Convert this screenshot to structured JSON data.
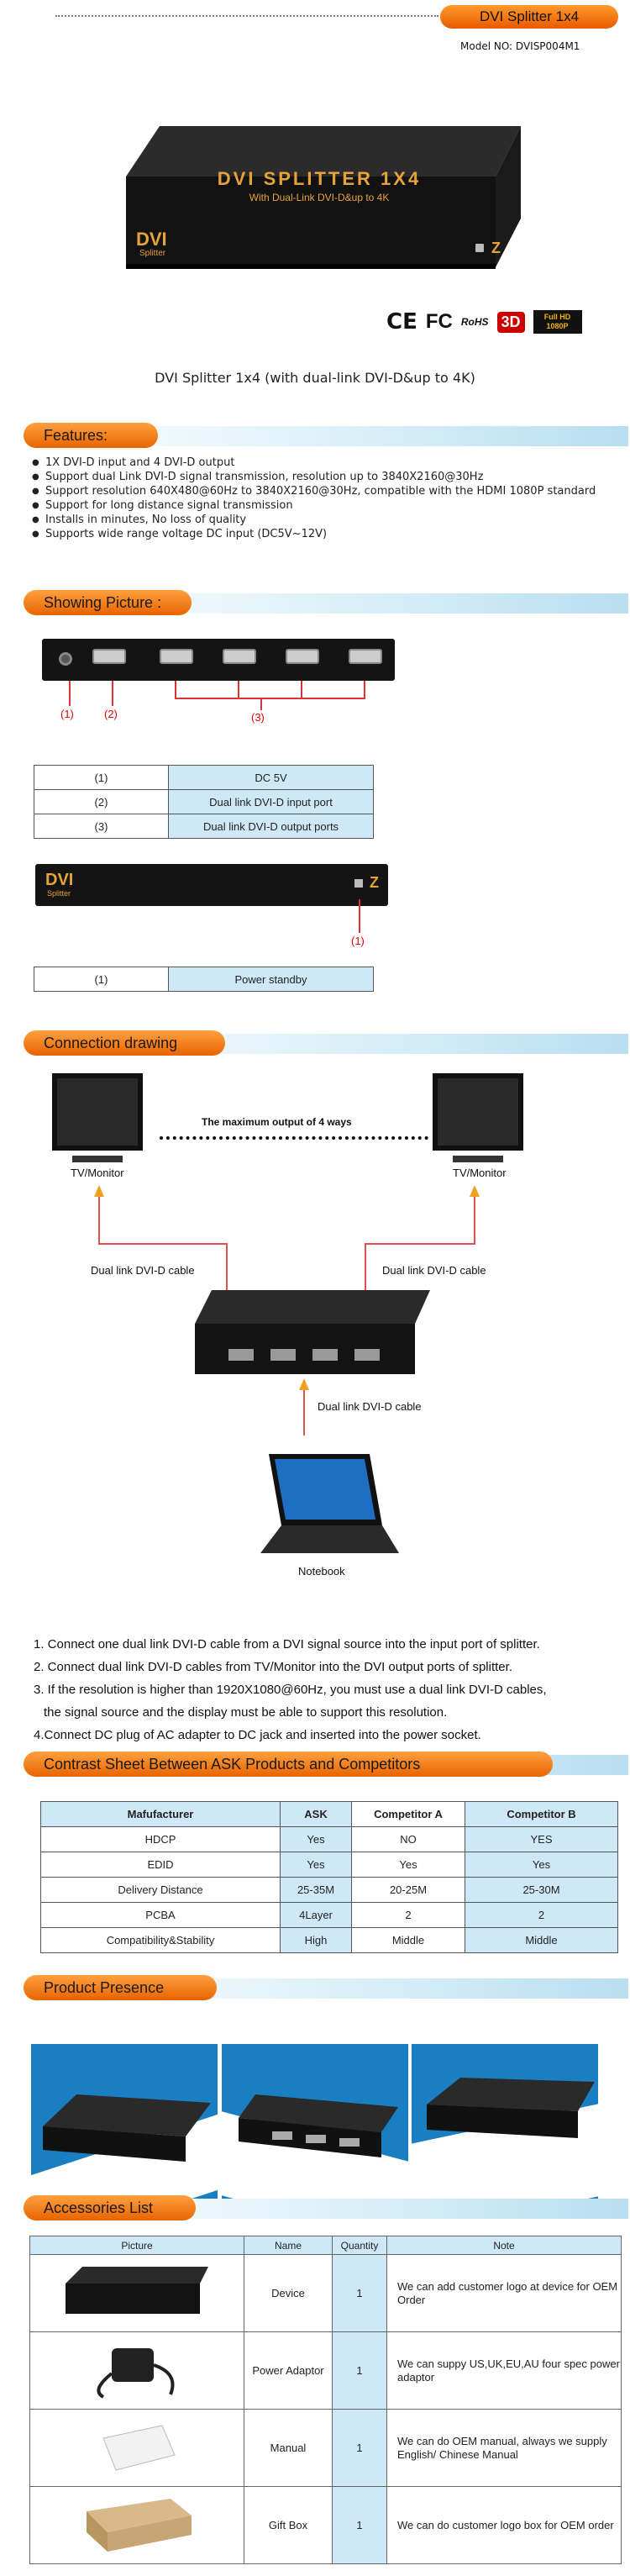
{
  "header": {
    "title": "DVI Splitter 1x4",
    "model": "Model NO: DVISP004M1"
  },
  "hero": {
    "device_title": "DVI SPLITTER 1X4",
    "device_sub": "With Dual-Link DVI-D&up to 4K",
    "device_logo": "DVI",
    "device_logo_sub": "Splitter",
    "certs": [
      "CE",
      "FC",
      "RoHS",
      "3D",
      "Full HD 1080P"
    ],
    "subtitle": "DVI Splitter 1x4 (with dual-link DVI-D&up to 4K)"
  },
  "features": {
    "heading": "Features:",
    "items": [
      "1X DVI-D input and 4 DVI-D output",
      "Support dual Link DVI-D signal transmission, resolution up to 3840X2160@30Hz",
      "Support resolution 640X480@60Hz to 3840X2160@30Hz, compatible with the HDMI 1080P standard",
      "Support for long distance signal transmission",
      "Installs in minutes, No loss of quality",
      "Supports wide range voltage DC input (DC5V~12V)"
    ]
  },
  "showing": {
    "heading": "Showing Picture :",
    "callouts": [
      "(1)",
      "(2)",
      "(3)"
    ],
    "table1": [
      {
        "num": "(1)",
        "desc": "DC 5V"
      },
      {
        "num": "(2)",
        "desc": "Dual link DVI-D input port"
      },
      {
        "num": "(3)",
        "desc": "Dual link DVI-D output ports"
      }
    ],
    "front_callout": "(1)",
    "table2": [
      {
        "num": "(1)",
        "desc": "Power standby"
      }
    ]
  },
  "connection": {
    "heading": "Connection drawing",
    "max_output": "The maximum output of 4 ways",
    "tv_left": "TV/Monitor",
    "tv_right": "TV/Monitor",
    "cable_left": "Dual link DVI-D cable",
    "cable_right": "Dual link DVI-D cable",
    "cable_bottom": "Dual link DVI-D cable",
    "notebook": "Notebook",
    "steps": [
      "1. Connect one dual link DVI-D cable from a DVI signal source into the input port of splitter.",
      "2. Connect dual link DVI-D cables from TV/Monitor into the DVI output ports of splitter.",
      "3. If the resolution is higher than 1920X1080@60Hz, you must use a dual link DVI-D cables,",
      "   the signal source and the display must be able to support this resolution.",
      "4.Connect DC plug of AC adapter to DC jack and inserted into the power socket."
    ]
  },
  "compare": {
    "heading": "Contrast Sheet Between ASK Products and Competitors",
    "headers": [
      "Mafufacturer",
      "ASK",
      "Competitor  A",
      "Competitor  B"
    ],
    "rows": [
      [
        "HDCP",
        "Yes",
        "NO",
        "YES"
      ],
      [
        "EDID",
        "Yes",
        "Yes",
        "Yes"
      ],
      [
        "Delivery  Distance",
        "25-35M",
        "20-25M",
        "25-30M"
      ],
      [
        "PCBA",
        "4Layer",
        "2",
        "2"
      ],
      [
        "Compatibility&Stability",
        "High",
        "Middle",
        "Middle"
      ]
    ]
  },
  "presence": {
    "heading": "Product Presence"
  },
  "accessories": {
    "heading": "Accessories List",
    "headers": [
      "Picture",
      "Name",
      "Quantity",
      "Note"
    ],
    "rows": [
      {
        "name": "Device",
        "qty": "1",
        "note": "We can add customer logo at device for OEM Order"
      },
      {
        "name": "Power Adaptor",
        "qty": "1",
        "note": "We can suppy US,UK,EU,AU four spec power adaptor"
      },
      {
        "name": "Manual",
        "qty": "1",
        "note": "We can do OEM manual, always we supply English/ Chinese Manual"
      },
      {
        "name": "Gift Box",
        "qty": "1",
        "note": "We can do customer logo box for OEM order"
      }
    ]
  },
  "colors": {
    "accent": "#f07a10",
    "table_blue": "#cfe8f8",
    "banner_blue": "#b8def0",
    "presence_blue": "#1a7ec3"
  }
}
